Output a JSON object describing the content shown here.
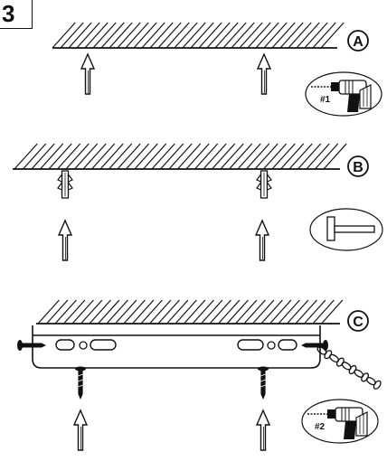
{
  "step_number": "3",
  "panels": [
    {
      "letter": "A",
      "tool": "drill",
      "bit_label": "#1"
    },
    {
      "letter": "B",
      "tool": "hammer"
    },
    {
      "letter": "C",
      "tool": "drill",
      "bit_label": "#2"
    }
  ]
}
